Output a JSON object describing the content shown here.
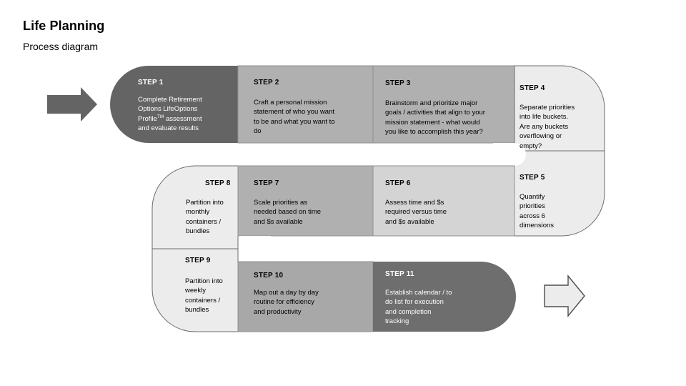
{
  "header": {
    "title": "Life Planning",
    "subtitle": "Process diagram"
  },
  "colors": {
    "dark_gray": "#646464",
    "mid_gray": "#b0b0b0",
    "light_gray": "#ececec",
    "outline": "#4d4d4d",
    "white": "#ffffff",
    "text_light": "#ffffff",
    "text_dark": "#000000"
  },
  "arrows": {
    "input": {
      "name": "input-arrow",
      "fill": "#646464",
      "direction": "right"
    },
    "output": {
      "name": "output-arrow",
      "fill": "#ececec",
      "stroke": "#4d4d4d",
      "direction": "right"
    }
  },
  "diagram": {
    "type": "serpentine-process",
    "row_count": 3,
    "step_count": 11,
    "steps": [
      {
        "id": 1,
        "label": "STEP 1",
        "body": "Complete Retirement\nOptions LifeOptions\nProfile",
        "body_suffix": " assessment\nand evaluate results",
        "superscript": "TM",
        "fill": "#646464",
        "text_color": "#ffffff",
        "row": 1,
        "shape": "round-start-cap"
      },
      {
        "id": 2,
        "label": "STEP 2",
        "body": "Craft a personal mission\nstatement of who you want\nto be and what you want to\ndo",
        "fill": "#b0b0b0",
        "text_color": "#000000",
        "row": 1,
        "shape": "rect"
      },
      {
        "id": 3,
        "label": "STEP 3",
        "body": "Brainstorm and prioritize major\ngoals / activities that align to your\nmission statement - what would\nyou like to accomplish this year?",
        "fill": "#b0b0b0",
        "text_color": "#000000",
        "row": 1,
        "shape": "rect"
      },
      {
        "id": 4,
        "label": "STEP 4",
        "body": "Separate priorities\ninto life buckets.\nAre any buckets\noverflowing or\nempty?",
        "fill": "#ececec",
        "text_color": "#000000",
        "row": 1,
        "shape": "quarter-turn-right-top"
      },
      {
        "id": 5,
        "label": "STEP 5",
        "body": "Quantify\npriorities\nacross 6\ndimensions",
        "fill": "#ececec",
        "text_color": "#000000",
        "row": 2,
        "shape": "quarter-turn-right-bottom"
      },
      {
        "id": 6,
        "label": "STEP 6",
        "body": "Assess time and $s\nrequired versus time\nand $s available",
        "fill": "#d4d4d4",
        "text_color": "#000000",
        "row": 2,
        "shape": "rect"
      },
      {
        "id": 7,
        "label": "STEP 7",
        "body": "Scale priorities as\nneeded based on time\nand $s available",
        "fill": "#b0b0b0",
        "text_color": "#000000",
        "row": 2,
        "shape": "rect"
      },
      {
        "id": 8,
        "label": "STEP 8",
        "body": "Partition into\nmonthly\ncontainers /\nbundles",
        "fill": "#ececec",
        "text_color": "#000000",
        "row": 2,
        "shape": "quarter-turn-left-top"
      },
      {
        "id": 9,
        "label": "STEP 9",
        "body": "Partition into\nweekly\ncontainers /\nbundles",
        "fill": "#ececec",
        "text_color": "#000000",
        "row": 3,
        "shape": "quarter-turn-left-bottom"
      },
      {
        "id": 10,
        "label": "STEP 10",
        "body": "Map out a day by day\nroutine for efficiency\nand productivity",
        "fill": "#a8a8a8",
        "text_color": "#000000",
        "row": 3,
        "shape": "rect"
      },
      {
        "id": 11,
        "label": "STEP 11",
        "body": "Establish calendar / to\ndo list for execution\nand completion\ntracking",
        "fill": "#6e6e6e",
        "text_color": "#ffffff",
        "row": 3,
        "shape": "round-end-cap"
      }
    ]
  }
}
